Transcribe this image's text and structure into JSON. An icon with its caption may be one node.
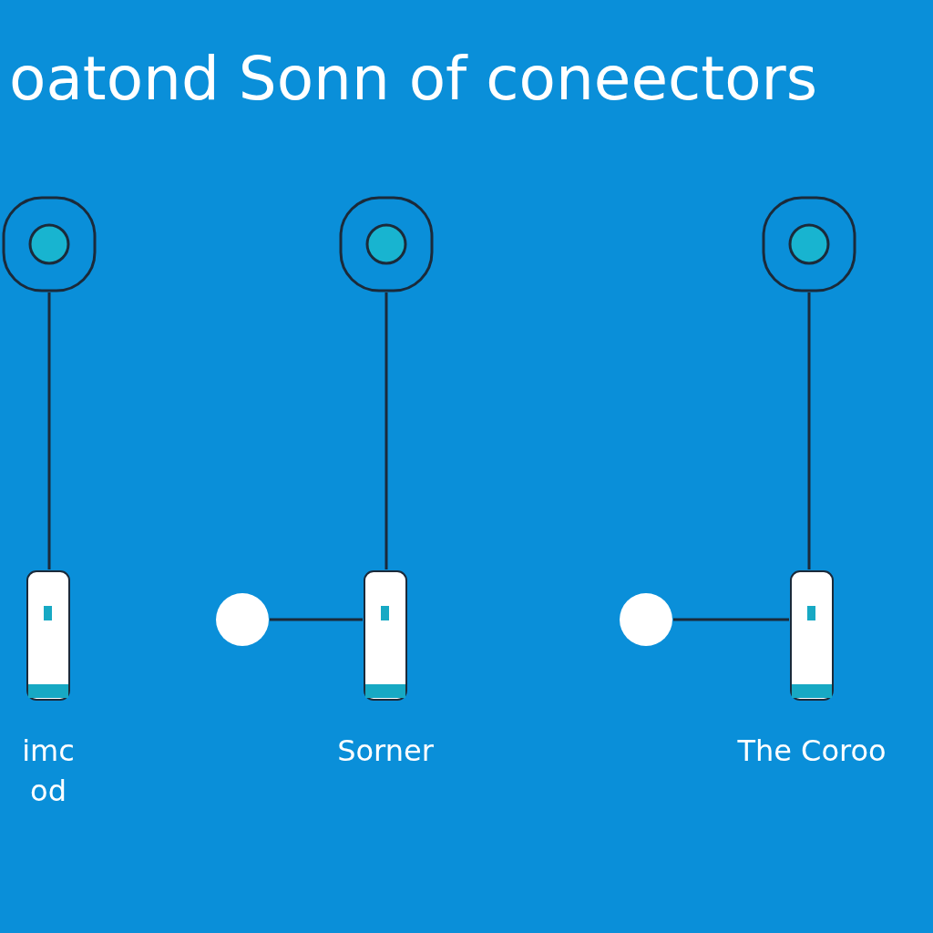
{
  "diagram": {
    "title": "oatond Sonn of coneectors",
    "nodes": [
      {
        "text": [],
        "shape": "box"
      },
      {
        "text": [],
        "shape": "box"
      },
      {
        "text": [],
        "shape": "box"
      },
      {
        "text": [],
        "shape": "box",
        "beside": [
          "imc od"
        ]
      },
      {
        "text": [],
        "shape": "circle"
      },
      {
        "text": [],
        "shape": "box",
        "beside": [
          "Sorner"
        ]
      },
      {
        "text": [],
        "shape": "circle"
      },
      {
        "text": [],
        "shape": "box",
        "beside": [
          "The Coroo"
        ]
      }
    ],
    "edges": [
      {
        "from": 0,
        "to": 3,
        "arrow": "none"
      },
      {
        "from": 1,
        "to": 5,
        "arrow": "none"
      },
      {
        "from": 2,
        "to": 7,
        "arrow": "none"
      },
      {
        "from": 4,
        "to": 5,
        "arrow": "none"
      },
      {
        "from": 6,
        "to": 7,
        "arrow": "none"
      }
    ]
  }
}
